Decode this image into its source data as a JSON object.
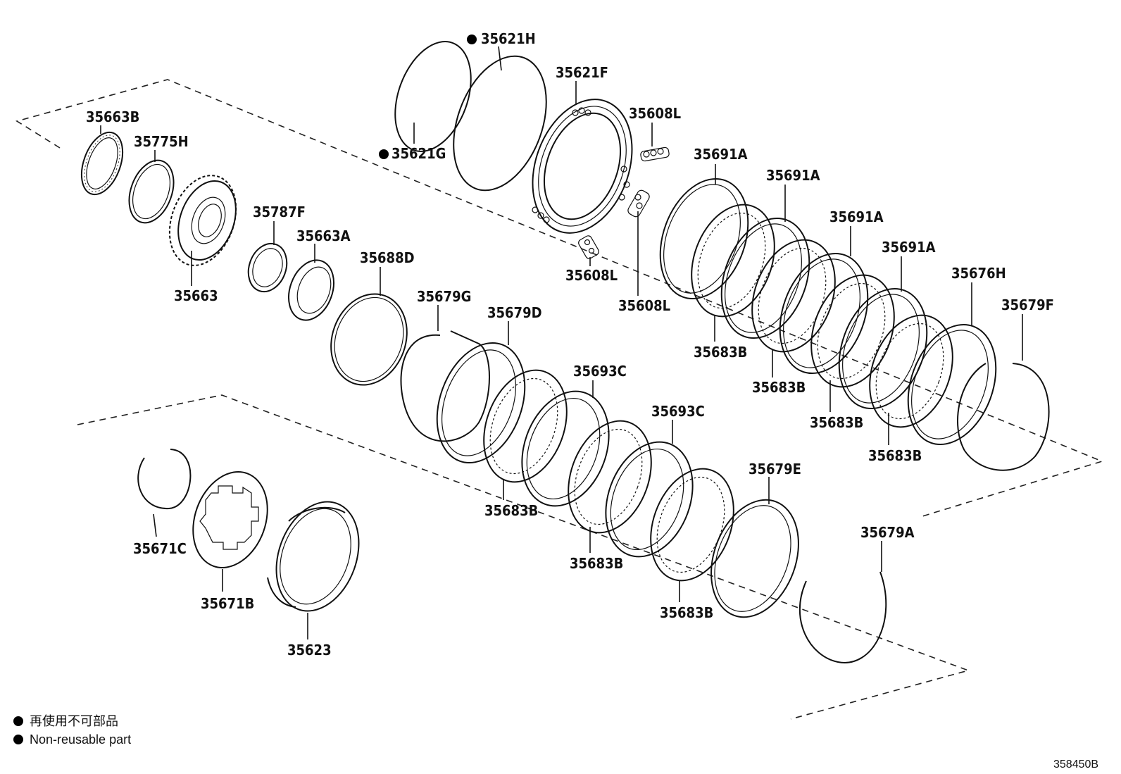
{
  "labels": {
    "p35621H": "35621H",
    "p35621F": "35621F",
    "p35621G": "35621G",
    "p35608L_a": "35608L",
    "p35608L_b": "35608L",
    "p35608L_c": "35608L",
    "p35663B": "35663B",
    "p35775H": "35775H",
    "p35663": "35663",
    "p35787F": "35787F",
    "p35663A": "35663A",
    "p35688D": "35688D",
    "p35679G": "35679G",
    "p35679D": "35679D",
    "p35693C_a": "35693C",
    "p35693C_b": "35693C",
    "p35691A_a": "35691A",
    "p35691A_b": "35691A",
    "p35691A_c": "35691A",
    "p35691A_d": "35691A",
    "p35676H": "35676H",
    "p35679F": "35679F",
    "p35683B_1": "35683B",
    "p35683B_2": "35683B",
    "p35683B_3": "35683B",
    "p35683B_4": "35683B",
    "p35683B_5": "35683B",
    "p35683B_6": "35683B",
    "p35683B_7": "35683B",
    "p35679E": "35679E",
    "p35679A": "35679A",
    "p35671C": "35671C",
    "p35671B": "35671B",
    "p35623": "35623"
  },
  "legend": {
    "jp": "再使用不可部品",
    "en": "Non-reusable part"
  },
  "doc_id": "358450B",
  "colors": {
    "ink": "#111111",
    "background": "#ffffff"
  }
}
